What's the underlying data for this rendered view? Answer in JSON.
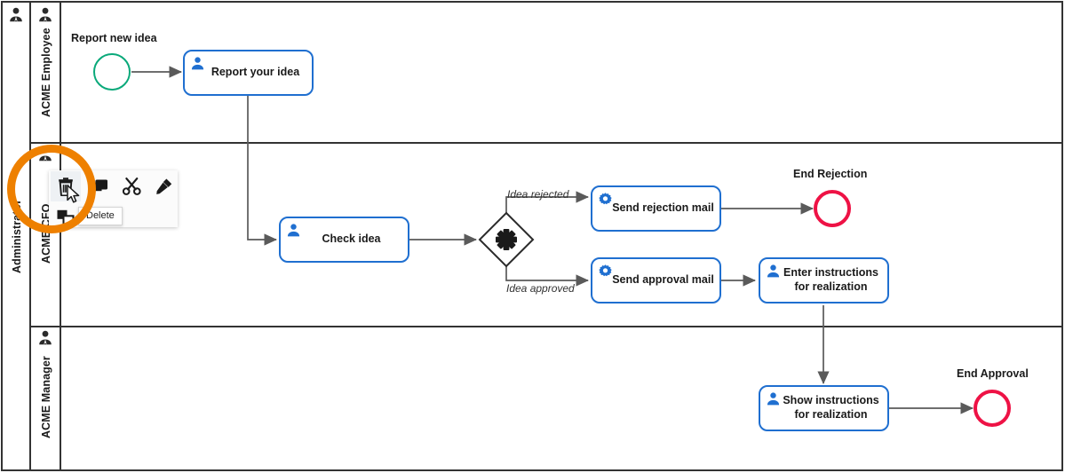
{
  "pool": {
    "name": "Administrator",
    "icon": "participant-icon"
  },
  "lanes": [
    {
      "name": "ACME Employee",
      "icon": "participant-icon"
    },
    {
      "name": "ACME CFO",
      "icon": "participant-icon"
    },
    {
      "name": "ACME Manager",
      "icon": "participant-icon"
    }
  ],
  "events": [
    {
      "id": "start-report-new-idea",
      "label": "Report new idea",
      "type": "start"
    },
    {
      "id": "end-rejection",
      "label": "End Rejection",
      "type": "end"
    },
    {
      "id": "end-approval",
      "label": "End Approval",
      "type": "end"
    }
  ],
  "tasks": [
    {
      "id": "report-your-idea",
      "label": "Report your idea",
      "icon": "user-task-icon"
    },
    {
      "id": "check-idea",
      "label": "Check idea",
      "icon": "user-task-icon"
    },
    {
      "id": "send-rejection-mail",
      "label": "Send rejection mail",
      "icon": "service-task-icon"
    },
    {
      "id": "send-approval-mail",
      "label": "Send approval mail",
      "icon": "service-task-icon"
    },
    {
      "id": "enter-instructions-for-realization",
      "label": "Enter instructions for realization",
      "icon": "user-task-icon"
    },
    {
      "id": "show-instructions-for-realization",
      "label": "Show instructions for realization",
      "icon": "user-task-icon"
    }
  ],
  "gateway": {
    "id": "idea-decision-gateway",
    "type": "complex"
  },
  "flow_labels": [
    {
      "id": "idea-rejected",
      "text": "Idea rejected"
    },
    {
      "id": "idea-approved",
      "text": "Idea approved"
    }
  ],
  "context_toolbar": {
    "buttons": [
      {
        "id": "delete",
        "icon": "trash-icon",
        "active": true
      },
      {
        "id": "append",
        "icon": "append-shape-icon",
        "active": false
      },
      {
        "id": "cut",
        "icon": "scissors-icon",
        "active": false
      },
      {
        "id": "connect",
        "icon": "connect-tool-icon",
        "active": false
      },
      {
        "id": "duplicate",
        "icon": "copy-icon",
        "active": false
      }
    ],
    "tooltip": "Delete"
  },
  "colors": {
    "task_border": "#1f6fd0",
    "task_icon": "#1f6fd0",
    "start_event": "#0aa97a",
    "end_event": "#ee1245",
    "lane_border": "#333333",
    "flow": "#5a5a5a",
    "highlight": "#ee8000"
  }
}
